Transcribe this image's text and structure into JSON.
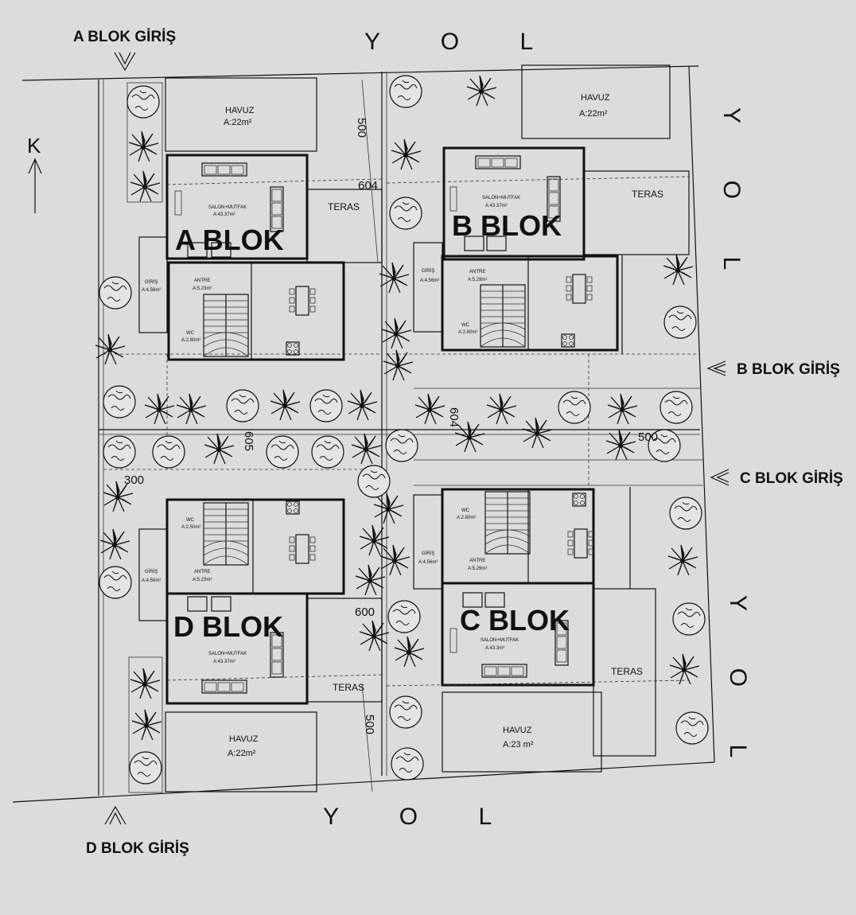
{
  "roads": {
    "top": "Y O L",
    "bottom": "Y O L",
    "right_upper": "Y O L",
    "right_lower": "Y O L"
  },
  "north": "K",
  "gates": {
    "a": "A BLOK GİRİŞ",
    "b": "B BLOK GİRİŞ",
    "c": "C BLOK GİRİŞ",
    "d": "D BLOK GİRİŞ"
  },
  "blocks": {
    "a": {
      "name": "A BLOK",
      "pool": "HAVUZ",
      "pool_area": "A:22m²",
      "terrace": "TERAS",
      "salon": "SALON+MUTFAK",
      "salon_area": "A:43.37m²",
      "entry": "GİRİŞ",
      "entry_area": "A:4.56m²",
      "hall": "ANTRE",
      "hall_area": "A:5.23m²",
      "wc": "WC",
      "wc_area": "A:2.80m²"
    },
    "b": {
      "name": "B BLOK",
      "pool": "HAVUZ",
      "pool_area": "A:22m²",
      "terrace": "TERAS",
      "salon": "SALON+MUTFAK",
      "salon_area": "A:43.37m²",
      "entry": "GİRİŞ",
      "entry_area": "A:4.56m²",
      "hall": "ANTRE",
      "hall_area": "A:5.29m²",
      "wc": "WC",
      "wc_area": "A:2.80m²"
    },
    "c": {
      "name": "C BLOK",
      "pool": "HAVUZ",
      "pool_area": "A:23 m²",
      "terrace": "TERAS",
      "salon": "SALON+MUTFAK",
      "salon_area": "A:43.3m²",
      "entry": "GİRİŞ",
      "entry_area": "A:4.56m²",
      "hall": "ANTRE",
      "hall_area": "A:5.29m²",
      "wc": "WC",
      "wc_area": "A:2.80m²"
    },
    "d": {
      "name": "D BLOK",
      "pool": "HAVUZ",
      "pool_area": "A:22m²",
      "terrace": "TERAS",
      "salon": "SALON+MUTFAK",
      "salon_area": "A:43.37m²",
      "entry": "GİRİŞ",
      "entry_area": "A:4.56m²",
      "hall": "ANTRE",
      "hall_area": "A:5.23m²",
      "wc": "WC",
      "wc_area": "A:2.50m²"
    }
  },
  "dimensions": {
    "a_pool": "500",
    "ab_gap": "604",
    "b_middle": "604",
    "ad_gap": "605",
    "d_side": "300",
    "b_right": "500",
    "d_terrace": "600",
    "d_pool": "500"
  }
}
